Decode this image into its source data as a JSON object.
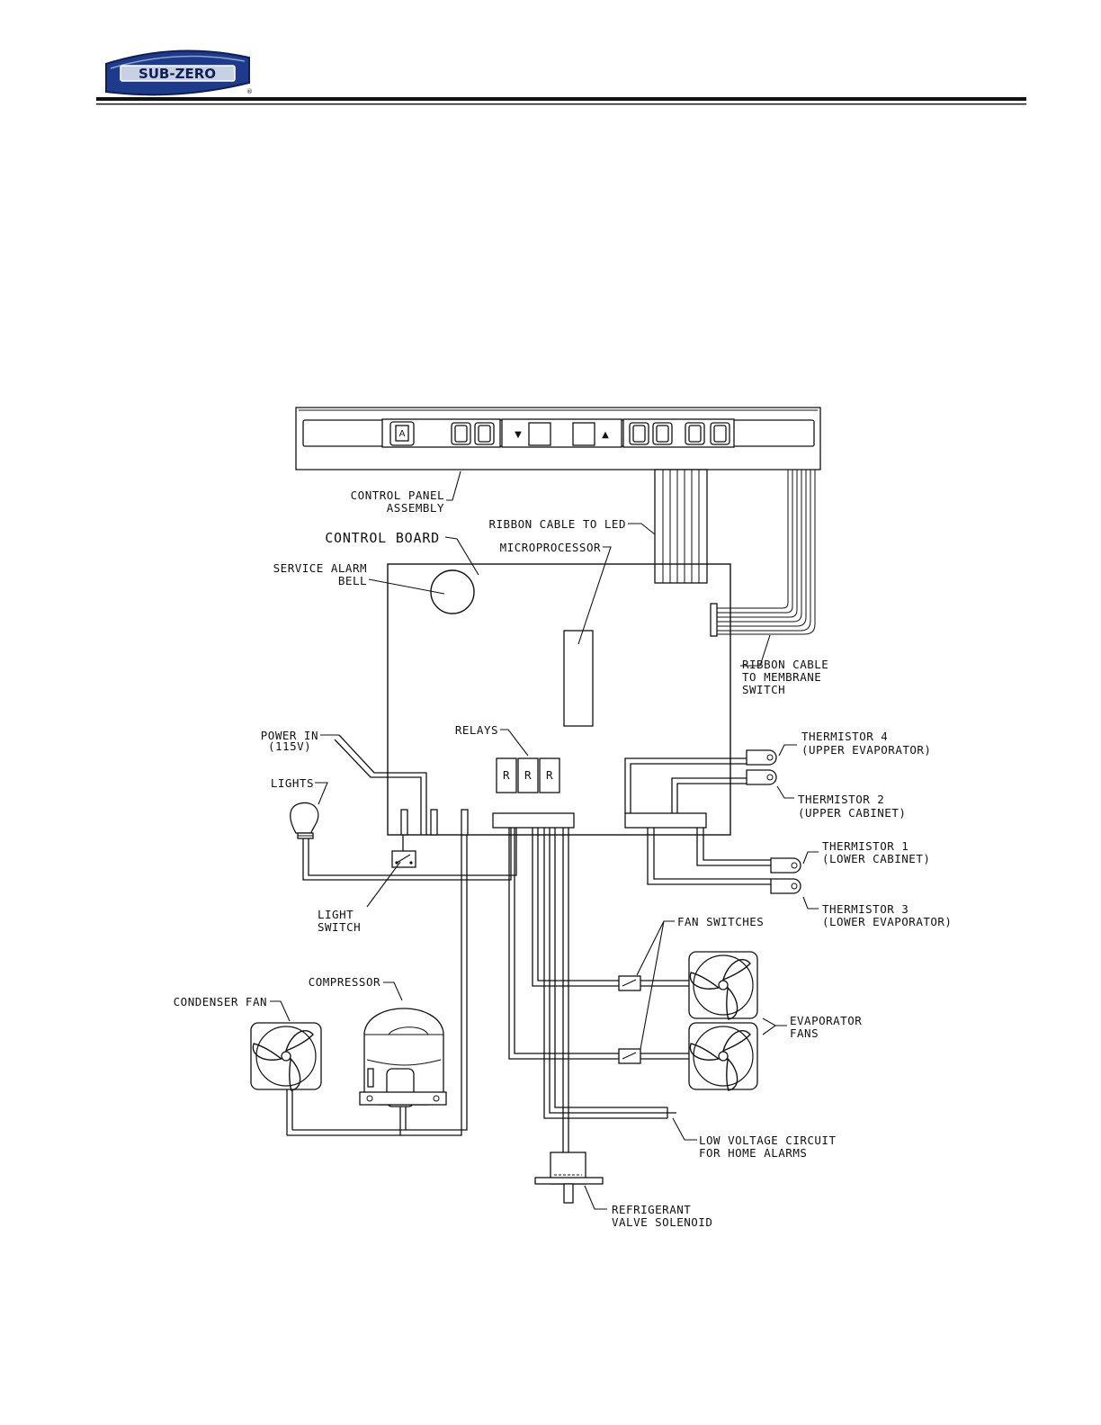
{
  "brand": {
    "logo_text": "SUB-ZERO",
    "registered_mark": "®",
    "colors": {
      "logo_blue": "#1e3a8a",
      "logo_light": "#c8d1e3",
      "rule": "#111111"
    }
  },
  "panel": {
    "buttons": [
      "A",
      "▼",
      "▲"
    ]
  },
  "labels": {
    "control_panel_1": "CONTROL PANEL",
    "control_panel_2": "ASSEMBLY",
    "ribbon_led": "RIBBON CABLE TO LED",
    "control_board": "CONTROL BOARD",
    "microprocessor": "MICROPROCESSOR",
    "alarm_1": "SERVICE ALARM",
    "alarm_2": "BELL",
    "ribbon_mem_1": "RIBBON CABLE",
    "ribbon_mem_2": "TO MEMBRANE",
    "ribbon_mem_3": "SWITCH",
    "power_1": "POWER IN",
    "power_2": "(115V)",
    "relays": "RELAYS",
    "relay_mark": "R",
    "therm4_1": "THERMISTOR 4",
    "therm4_2": "(UPPER EVAPORATOR)",
    "therm2_1": "THERMISTOR 2",
    "therm2_2": "(UPPER CABINET)",
    "therm1_1": "THERMISTOR 1",
    "therm1_2": "(LOWER CABINET)",
    "therm3_1": "THERMISTOR 3",
    "therm3_2": "(LOWER EVAPORATOR)",
    "lights": "LIGHTS",
    "light_switch_1": "LIGHT",
    "light_switch_2": "SWITCH",
    "fan_switches": "FAN SWITCHES",
    "compressor": "COMPRESSOR",
    "condenser_fan": "CONDENSER FAN",
    "evap_1": "EVAPORATOR",
    "evap_2": "FANS",
    "low_v_1": "LOW VOLTAGE CIRCUIT",
    "low_v_2": "FOR HOME ALARMS",
    "solenoid_1": "REFRIGERANT",
    "solenoid_2": "VALVE SOLENOID"
  }
}
